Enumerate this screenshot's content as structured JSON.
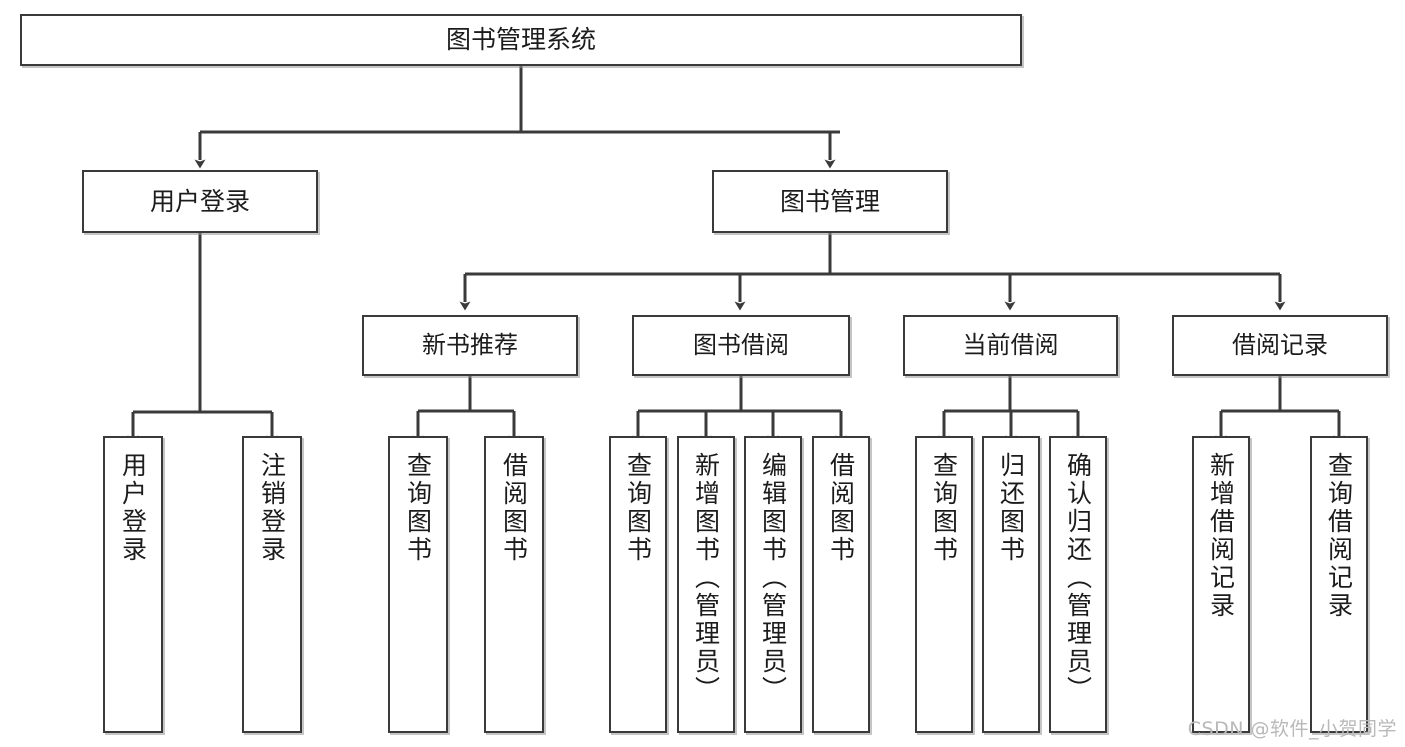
{
  "diagram": {
    "title": "图书管理系统",
    "type": "功能结构图",
    "background_color": "#ffffff",
    "line_color": "#3a3a3a",
    "node_border_color": "#3a3a3a",
    "node_fill_color": "#ffffff",
    "text_color": "#1c1c1c"
  },
  "watermark": {
    "text": "CSDN @软件_小贺同学",
    "color": "#b9b9b9"
  },
  "nodes": {
    "root": {
      "label": "图书管理系统"
    },
    "level2": [
      {
        "id": "user-login",
        "label": "用户登录"
      },
      {
        "id": "book-manage",
        "label": "图书管理"
      }
    ],
    "level3": [
      {
        "id": "new-book-recommend",
        "label": "新书推荐"
      },
      {
        "id": "book-borrow",
        "label": "图书借阅"
      },
      {
        "id": "current-borrow",
        "label": "当前借阅"
      },
      {
        "id": "borrow-record",
        "label": "借阅记录"
      }
    ],
    "leaves": [
      {
        "id": "leaf-user-login",
        "label": "用户登录",
        "parent": "user-login"
      },
      {
        "id": "leaf-logout",
        "label": "注销登录",
        "parent": "user-login"
      },
      {
        "id": "leaf-query-book-1",
        "label": "查询图书",
        "parent": "new-book-recommend"
      },
      {
        "id": "leaf-borrow-book-1",
        "label": "借阅图书",
        "parent": "new-book-recommend"
      },
      {
        "id": "leaf-query-book-2",
        "label": "查询图书",
        "parent": "book-borrow"
      },
      {
        "id": "leaf-add-book",
        "label": "新增图书（管理员）",
        "parent": "book-borrow"
      },
      {
        "id": "leaf-edit-book",
        "label": "编辑图书（管理员）",
        "parent": "book-borrow"
      },
      {
        "id": "leaf-borrow-book-2",
        "label": "借阅图书",
        "parent": "book-borrow"
      },
      {
        "id": "leaf-query-book-3",
        "label": "查询图书",
        "parent": "current-borrow"
      },
      {
        "id": "leaf-return-book",
        "label": "归还图书",
        "parent": "current-borrow"
      },
      {
        "id": "leaf-confirm-return",
        "label": "确认归还（管理员）",
        "parent": "current-borrow"
      },
      {
        "id": "leaf-add-record",
        "label": "新增借阅记录",
        "parent": "borrow-record"
      },
      {
        "id": "leaf-query-record",
        "label": "查询借阅记录",
        "parent": "borrow-record"
      }
    ]
  }
}
